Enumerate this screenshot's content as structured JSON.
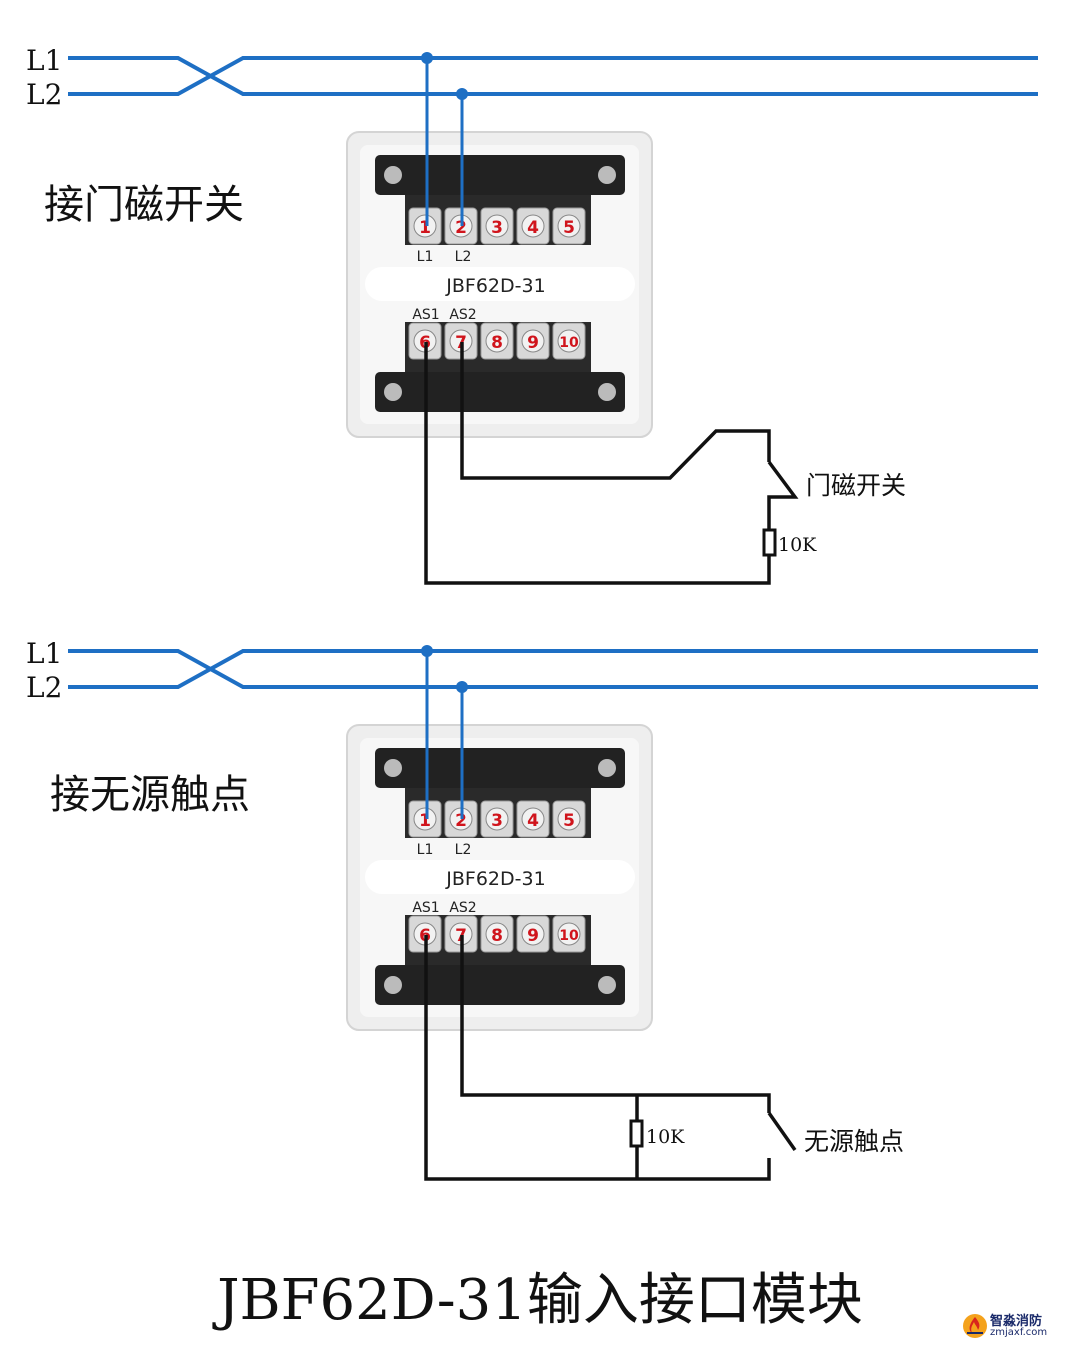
{
  "colors": {
    "bus": "#1e6fc4",
    "wire": "#111111",
    "terminal_number": "#d0141c",
    "panel": "#eeeeee",
    "terminal_block": "#222222"
  },
  "diagrams": [
    {
      "bus_labels": [
        "L1",
        "L2"
      ],
      "heading": "接门磁开关",
      "module_label": "JBF62D-31",
      "top_terminal_numbers": [
        "1",
        "2",
        "3",
        "4",
        "5"
      ],
      "top_terminal_labels": [
        "L1",
        "L2"
      ],
      "bottom_terminal_labels": [
        "AS1",
        "AS2"
      ],
      "bottom_terminal_numbers": [
        "6",
        "7",
        "8",
        "9",
        "10"
      ],
      "device_label": "门磁开关",
      "resistor_label": "10K"
    },
    {
      "bus_labels": [
        "L1",
        "L2"
      ],
      "heading": "接无源触点",
      "module_label": "JBF62D-31",
      "top_terminal_numbers": [
        "1",
        "2",
        "3",
        "4",
        "5"
      ],
      "top_terminal_labels": [
        "L1",
        "L2"
      ],
      "bottom_terminal_labels": [
        "AS1",
        "AS2"
      ],
      "bottom_terminal_numbers": [
        "6",
        "7",
        "8",
        "9",
        "10"
      ],
      "device_label": "无源触点",
      "resistor_label": "10K"
    }
  ],
  "footer_title": "JBF62D-31输入接口模块",
  "logo": {
    "icon": "flame-logo-icon",
    "name": "智淼消防",
    "site": "zmjaxf.com"
  }
}
